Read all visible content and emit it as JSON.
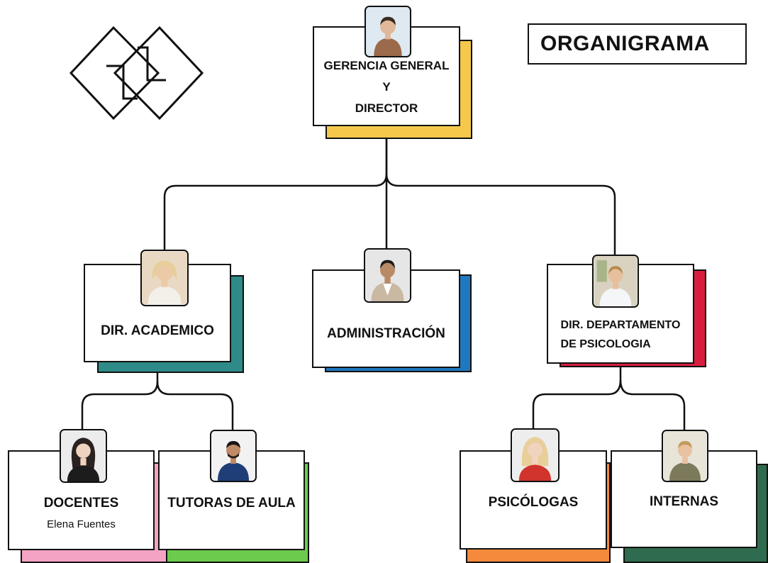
{
  "title": "ORGANIGRAMA",
  "logo": {
    "icon": "interlocking-diamonds-logo-icon"
  },
  "nodes": {
    "gerencia": {
      "lines": [
        "GERENCIA GENERAL",
        "Y",
        "DIRECTOR"
      ],
      "accent": "#F5C84C"
    },
    "academico": {
      "label": "DIR. ACADEMICO",
      "accent": "#2E8B87"
    },
    "administracion": {
      "label": "ADMINISTRACIÓN",
      "accent": "#1F78C0"
    },
    "psicologia": {
      "lines": [
        "DIR. DEPARTAMENTO",
        "DE PSICOLOGIA"
      ],
      "accent": "#D81E3F"
    },
    "docentes": {
      "label": "DOCENTES",
      "name": "Elena Fuentes",
      "accent": "#F4A3C4"
    },
    "tutoras": {
      "label": "TUTORAS DE AULA",
      "accent": "#6CCB4C"
    },
    "psicologas": {
      "label": "PSICÓLOGAS",
      "accent": "#F58A3C"
    },
    "internas": {
      "label": "INTERNAS",
      "accent": "#2F6B4E"
    }
  }
}
